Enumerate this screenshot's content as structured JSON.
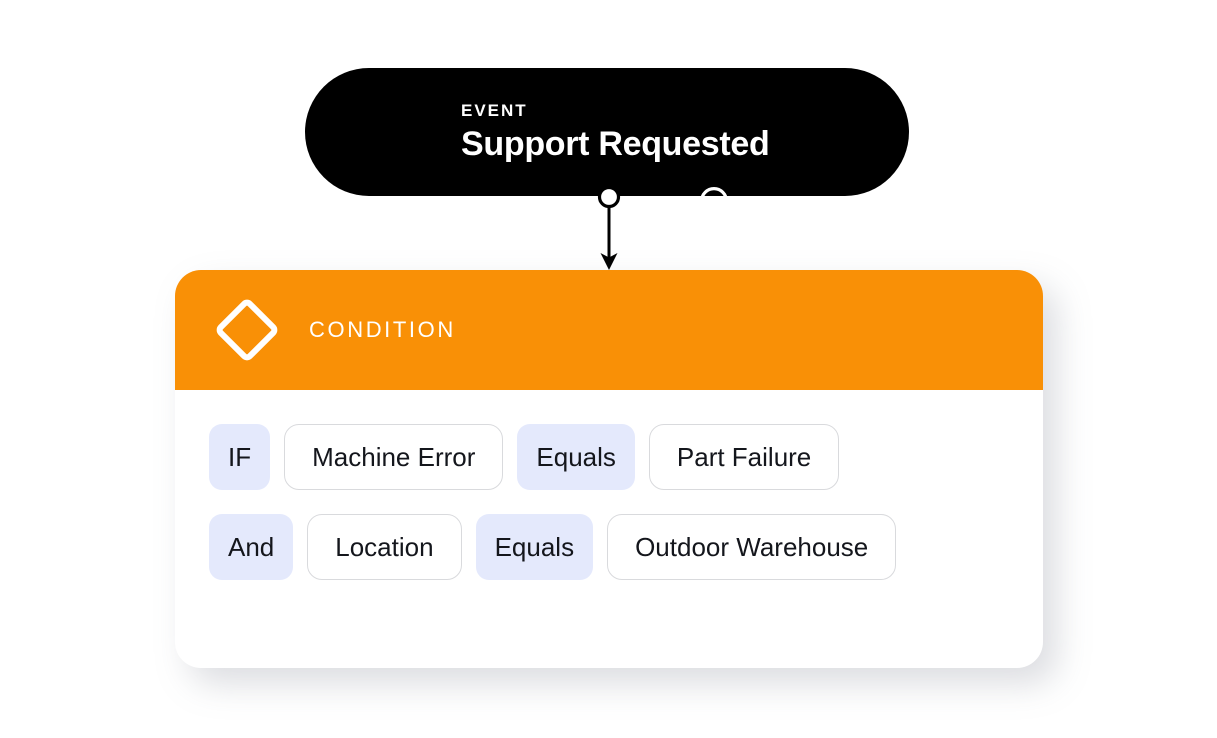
{
  "theme": {
    "background": "#ffffff",
    "event_card_bg": "#000000",
    "condition_header_bg": "#F99006",
    "operator_chip_bg": "#E4E9FC",
    "value_chip_border": "#D9DADD",
    "text_dark": "#14161c",
    "text_light": "#ffffff"
  },
  "event": {
    "icon": "circle-outline-icon",
    "kicker": "EVENT",
    "title": "Support Requested"
  },
  "connector": {
    "start_node": "circle-node-icon",
    "end_marker": "arrow-down-icon"
  },
  "condition": {
    "icon": "diamond-outline-icon",
    "kicker": "CONDITION",
    "rows": [
      {
        "operator": "IF",
        "field": "Machine Error",
        "comparator": "Equals",
        "value": "Part Failure"
      },
      {
        "operator": "And",
        "field": "Location",
        "comparator": "Equals",
        "value": "Outdoor Warehouse"
      }
    ]
  }
}
